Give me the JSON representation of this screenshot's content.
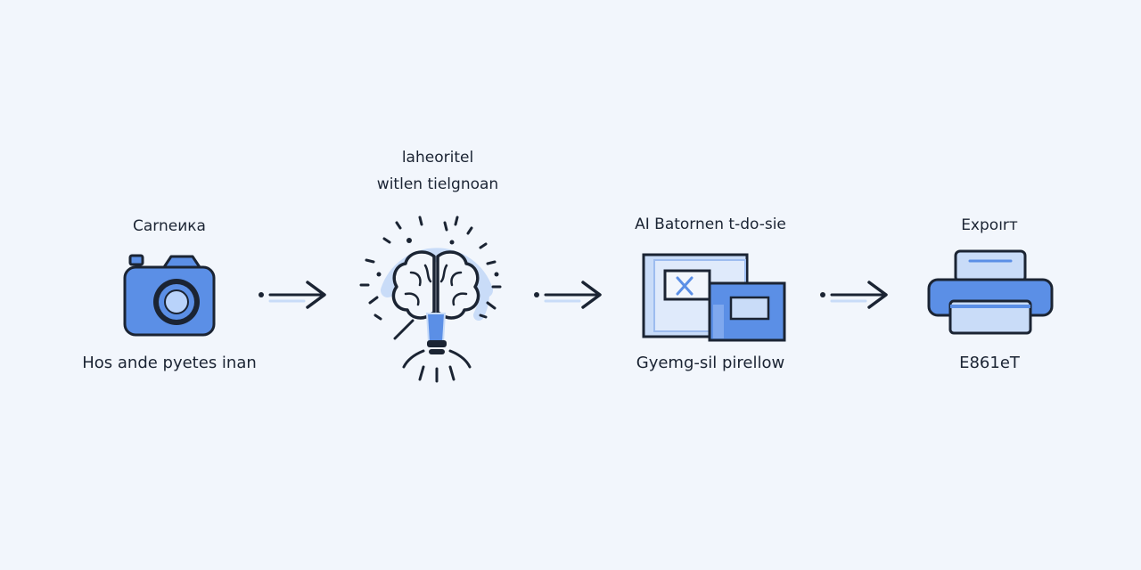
{
  "steps": [
    {
      "top_label": "Carneика",
      "bottom_label": "Hos ande pyetes inan",
      "icon": "camera-icon"
    },
    {
      "top_label_line1": "laheoritel",
      "top_label_line2": "witlen tielgnoan",
      "icon": "brain-lightbulb-icon"
    },
    {
      "top_label": "AI Batornen t-do-sie",
      "bottom_label": "Gyemg-sil pirellow",
      "icon": "image-windows-icon"
    },
    {
      "top_label": "Expoırт",
      "bottom_label": "E861eT",
      "icon": "printer-icon"
    }
  ],
  "colors": {
    "background": "#f2f6fc",
    "accent": "#5b8fe6",
    "accent_light": "#c9dcf8",
    "stroke": "#1b2433"
  }
}
